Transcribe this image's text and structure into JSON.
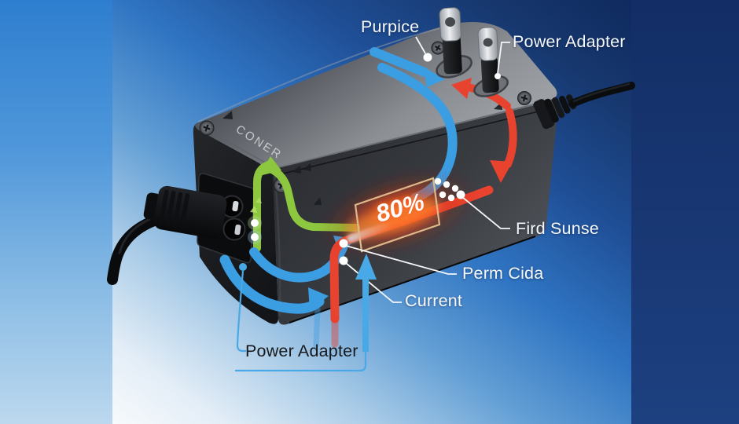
{
  "scene": {
    "labels": {
      "purpice": "Purpice",
      "power_adapter_top": "Power Adapter",
      "fird_sunse": "Fird Sunse",
      "perm_cida": "Perm Cida",
      "current": "Current",
      "power_adapter_bottom": "Power Adapter"
    },
    "device": {
      "brand_mark": "CONER",
      "efficiency": "80%"
    },
    "colors": {
      "flow_blue": "#3b9de2",
      "flow_red": "#e8432f",
      "flow_green": "#8dc63f",
      "callout_cyan": "#49a8e6",
      "glow_orange": "#ff5a22",
      "panel_border": "#dcb98c",
      "label_white": "#f6f8fa",
      "label_dark": "#17191c"
    }
  }
}
